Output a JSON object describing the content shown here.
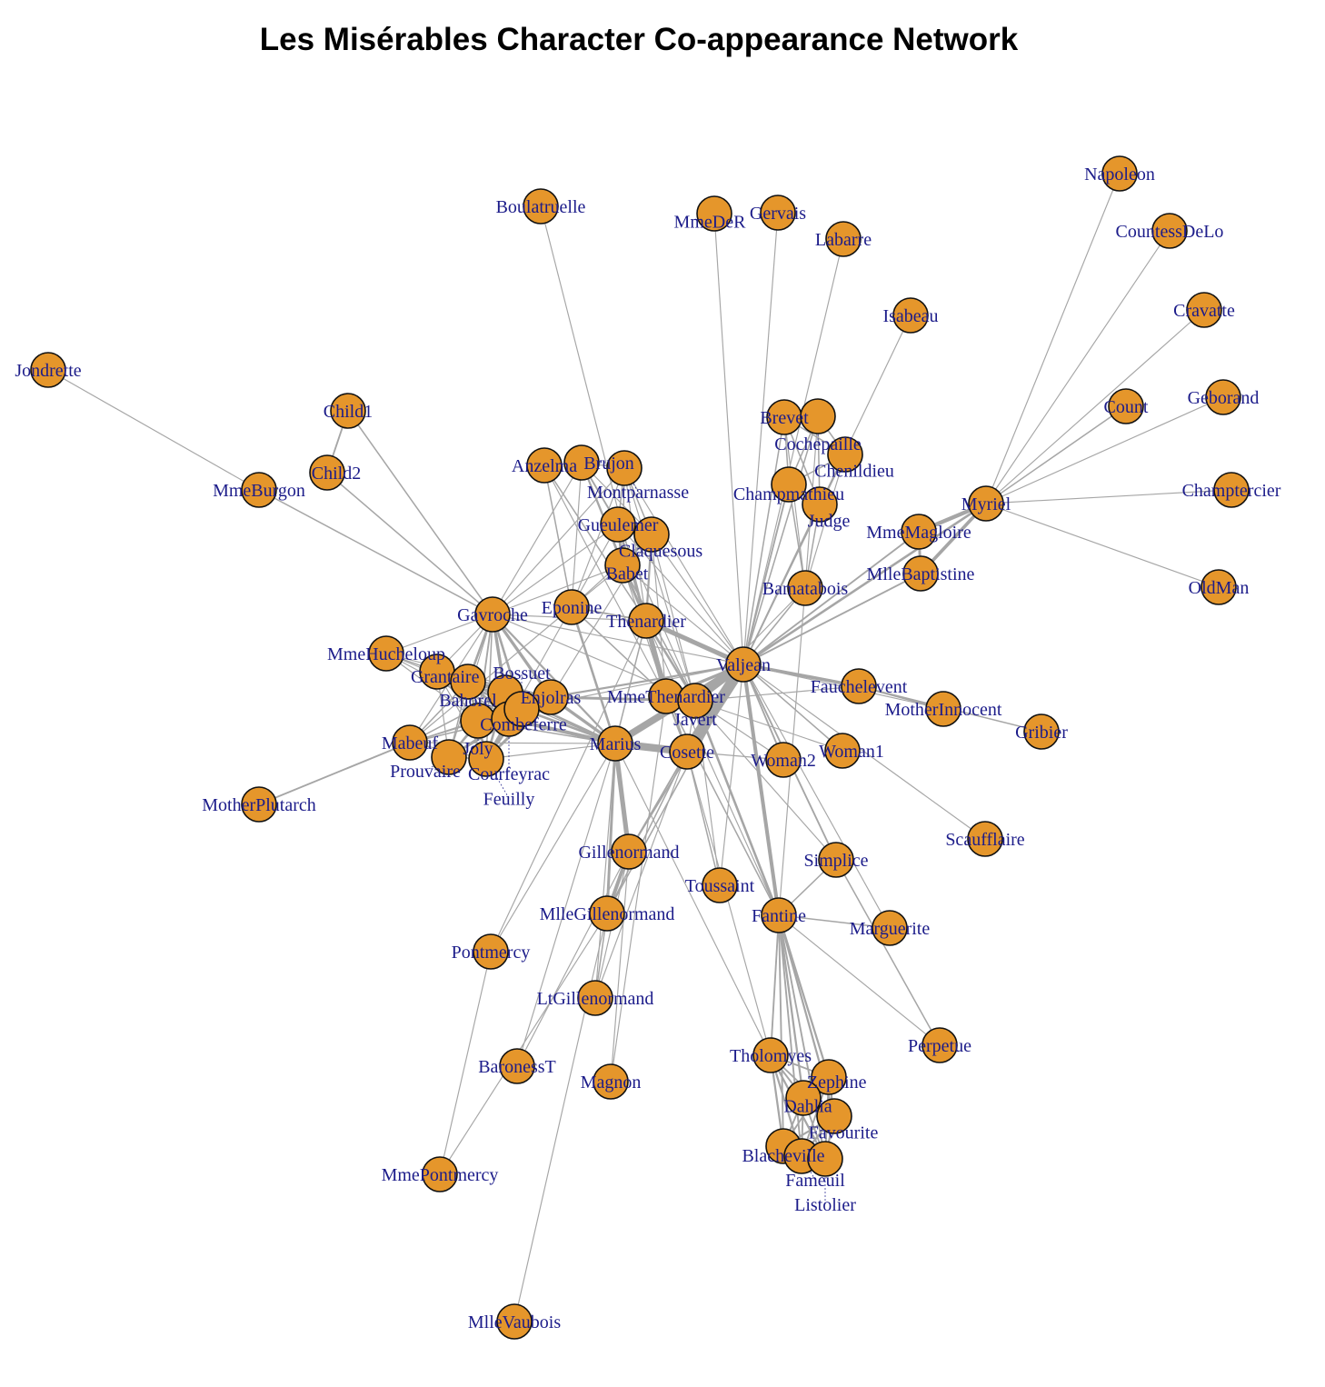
{
  "title": "Les Misérables Character Co-appearance Network",
  "colors": {
    "node_fill": "#E5962B",
    "node_stroke": "#111111",
    "edge": "#a6a6a6",
    "label": "#1c1c8a"
  },
  "chart_data": {
    "type": "network",
    "nodes": [
      "Napoleon",
      "CountessDeLo",
      "Cravatte",
      "Count",
      "Geborand",
      "Champtercier",
      "OldMan",
      "Myriel",
      "MmeMagloire",
      "MlleBaptistine",
      "Isabeau",
      "Labarre",
      "Gervais",
      "MmeDeR",
      "Boulatruelle",
      "Jondrette",
      "MmeBurgon",
      "Child1",
      "Child2",
      "Gavroche",
      "Brevet",
      "Cochepaille",
      "Chenildieu",
      "Champmathieu",
      "Judge",
      "Bamatabois",
      "Anzelma",
      "Brujon",
      "Montparnasse",
      "Gueulemer",
      "Claquesous",
      "Babet",
      "Eponine",
      "Thenardier",
      "Valjean",
      "Fauchelevent",
      "MotherInnocent",
      "Gribier",
      "MmeHucheloup",
      "Grantaire",
      "Bahorel",
      "Combeferre",
      "Enjolras",
      "Joly",
      "Courfeyrac",
      "Bossuet",
      "Mabeuf",
      "Prouvaire",
      "Feuilly",
      "MotherPlutarch",
      "MmeThenardier",
      "Javert",
      "Marius",
      "Cosette",
      "Woman2",
      "Woman1",
      "Scaufflaire",
      "Simplice",
      "Gillenormand",
      "Toussaint",
      "Fantine",
      "Marguerite",
      "MlleGillenormand",
      "Pontmercy",
      "LtGillenormand",
      "Perpetue",
      "Tholomyes",
      "Zephine",
      "Dahlia",
      "Favourite",
      "Blacheville",
      "Fameuil",
      "Listolier",
      "BaronessT",
      "Magnon",
      "MmePontmercy",
      "MlleVaubois"
    ],
    "edges": [
      [
        "Myriel",
        "Napoleon",
        1
      ],
      [
        "Myriel",
        "MlleBaptistine",
        8
      ],
      [
        "Myriel",
        "MmeMagloire",
        10
      ],
      [
        "Myriel",
        "CountessDeLo",
        1
      ],
      [
        "Myriel",
        "Geborand",
        1
      ],
      [
        "Myriel",
        "Champtercier",
        1
      ],
      [
        "Myriel",
        "Cravatte",
        1
      ],
      [
        "Myriel",
        "Count",
        2
      ],
      [
        "Myriel",
        "OldMan",
        1
      ],
      [
        "Myriel",
        "Valjean",
        5
      ],
      [
        "MlleBaptistine",
        "MmeMagloire",
        6
      ],
      [
        "MlleBaptistine",
        "Valjean",
        3
      ],
      [
        "MmeMagloire",
        "Valjean",
        3
      ],
      [
        "Labarre",
        "Valjean",
        1
      ],
      [
        "Marguerite",
        "Valjean",
        1
      ],
      [
        "MmeDeR",
        "Valjean",
        1
      ],
      [
        "Isabeau",
        "Valjean",
        1
      ],
      [
        "Gervais",
        "Valjean",
        1
      ],
      [
        "Tholomyes",
        "Listolier",
        4
      ],
      [
        "Tholomyes",
        "Fameuil",
        4
      ],
      [
        "Tholomyes",
        "Blacheville",
        4
      ],
      [
        "Tholomyes",
        "Favourite",
        3
      ],
      [
        "Tholomyes",
        "Dahlia",
        3
      ],
      [
        "Tholomyes",
        "Zephine",
        3
      ],
      [
        "Listolier",
        "Fameuil",
        4
      ],
      [
        "Listolier",
        "Blacheville",
        4
      ],
      [
        "Listolier",
        "Favourite",
        4
      ],
      [
        "Listolier",
        "Dahlia",
        3
      ],
      [
        "Listolier",
        "Zephine",
        3
      ],
      [
        "Fameuil",
        "Blacheville",
        4
      ],
      [
        "Fameuil",
        "Favourite",
        4
      ],
      [
        "Fameuil",
        "Dahlia",
        3
      ],
      [
        "Fameuil",
        "Zephine",
        3
      ],
      [
        "Blacheville",
        "Favourite",
        4
      ],
      [
        "Blacheville",
        "Dahlia",
        3
      ],
      [
        "Blacheville",
        "Zephine",
        3
      ],
      [
        "Favourite",
        "Dahlia",
        5
      ],
      [
        "Favourite",
        "Zephine",
        4
      ],
      [
        "Dahlia",
        "Zephine",
        4
      ],
      [
        "Fantine",
        "Tholomyes",
        3
      ],
      [
        "Fantine",
        "Listolier",
        3
      ],
      [
        "Fantine",
        "Fameuil",
        3
      ],
      [
        "Fantine",
        "Blacheville",
        3
      ],
      [
        "Fantine",
        "Favourite",
        4
      ],
      [
        "Fantine",
        "Dahlia",
        4
      ],
      [
        "Fantine",
        "Zephine",
        4
      ],
      [
        "Fantine",
        "Marguerite",
        2
      ],
      [
        "Fantine",
        "Valjean",
        9
      ],
      [
        "MmeThenardier",
        "Fantine",
        2
      ],
      [
        "MmeThenardier",
        "Valjean",
        7
      ],
      [
        "Thenardier",
        "MmeThenardier",
        13
      ],
      [
        "Thenardier",
        "Fantine",
        1
      ],
      [
        "Thenardier",
        "Valjean",
        12
      ],
      [
        "Cosette",
        "MmeThenardier",
        4
      ],
      [
        "Cosette",
        "Valjean",
        31
      ],
      [
        "Cosette",
        "Tholomyes",
        1
      ],
      [
        "Cosette",
        "Thenardier",
        1
      ],
      [
        "Javert",
        "Valjean",
        17
      ],
      [
        "Javert",
        "Fantine",
        5
      ],
      [
        "Javert",
        "Thenardier",
        5
      ],
      [
        "Javert",
        "MmeThenardier",
        1
      ],
      [
        "Javert",
        "Cosette",
        1
      ],
      [
        "Fauchelevent",
        "Valjean",
        8
      ],
      [
        "Fauchelevent",
        "Javert",
        1
      ],
      [
        "Bamatabois",
        "Fantine",
        1
      ],
      [
        "Bamatabois",
        "Javert",
        1
      ],
      [
        "Bamatabois",
        "Valjean",
        2
      ],
      [
        "Perpetue",
        "Fantine",
        1
      ],
      [
        "Simplice",
        "Perpetue",
        2
      ],
      [
        "Simplice",
        "Valjean",
        3
      ],
      [
        "Simplice",
        "Fantine",
        2
      ],
      [
        "Simplice",
        "Javert",
        1
      ],
      [
        "Scaufflaire",
        "Valjean",
        1
      ],
      [
        "Woman1",
        "Valjean",
        2
      ],
      [
        "Woman1",
        "Javert",
        1
      ],
      [
        "Judge",
        "Valjean",
        3
      ],
      [
        "Judge",
        "Bamatabois",
        2
      ],
      [
        "Champmathieu",
        "Valjean",
        3
      ],
      [
        "Champmathieu",
        "Judge",
        3
      ],
      [
        "Champmathieu",
        "Bamatabois",
        2
      ],
      [
        "Brevet",
        "Judge",
        2
      ],
      [
        "Brevet",
        "Champmathieu",
        2
      ],
      [
        "Brevet",
        "Valjean",
        2
      ],
      [
        "Brevet",
        "Bamatabois",
        1
      ],
      [
        "Chenildieu",
        "Judge",
        2
      ],
      [
        "Chenildieu",
        "Champmathieu",
        2
      ],
      [
        "Chenildieu",
        "Brevet",
        2
      ],
      [
        "Chenildieu",
        "Valjean",
        2
      ],
      [
        "Chenildieu",
        "Bamatabois",
        1
      ],
      [
        "Cochepaille",
        "Judge",
        2
      ],
      [
        "Cochepaille",
        "Champmathieu",
        2
      ],
      [
        "Cochepaille",
        "Brevet",
        2
      ],
      [
        "Cochepaille",
        "Chenildieu",
        2
      ],
      [
        "Cochepaille",
        "Valjean",
        2
      ],
      [
        "Cochepaille",
        "Bamatabois",
        1
      ],
      [
        "Pontmercy",
        "Thenardier",
        1
      ],
      [
        "Boulatruelle",
        "Thenardier",
        1
      ],
      [
        "Eponine",
        "MmeThenardier",
        2
      ],
      [
        "Eponine",
        "Thenardier",
        3
      ],
      [
        "Anzelma",
        "Eponine",
        2
      ],
      [
        "Anzelma",
        "Thenardier",
        2
      ],
      [
        "Anzelma",
        "MmeThenardier",
        1
      ],
      [
        "Woman2",
        "Valjean",
        3
      ],
      [
        "Woman2",
        "Cosette",
        1
      ],
      [
        "Woman2",
        "Javert",
        1
      ],
      [
        "MotherInnocent",
        "Fauchelevent",
        3
      ],
      [
        "MotherInnocent",
        "Valjean",
        1
      ],
      [
        "Gribier",
        "Fauchelevent",
        2
      ],
      [
        "MmeBurgon",
        "Jondrette",
        1
      ],
      [
        "Gavroche",
        "MmeBurgon",
        2
      ],
      [
        "Gavroche",
        "Thenardier",
        1
      ],
      [
        "Gavroche",
        "Javert",
        1
      ],
      [
        "Gavroche",
        "Valjean",
        1
      ],
      [
        "Gillenormand",
        "Cosette",
        3
      ],
      [
        "Gillenormand",
        "Valjean",
        2
      ],
      [
        "Magnon",
        "Gillenormand",
        1
      ],
      [
        "Magnon",
        "MmeThenardier",
        1
      ],
      [
        "MlleGillenormand",
        "Gillenormand",
        9
      ],
      [
        "MlleGillenormand",
        "Cosette",
        2
      ],
      [
        "MlleGillenormand",
        "Valjean",
        2
      ],
      [
        "MmePontmercy",
        "MlleGillenormand",
        1
      ],
      [
        "MmePontmercy",
        "Pontmercy",
        1
      ],
      [
        "MlleVaubois",
        "MlleGillenormand",
        1
      ],
      [
        "LtGillenormand",
        "MlleGillenormand",
        2
      ],
      [
        "LtGillenormand",
        "Gillenormand",
        1
      ],
      [
        "LtGillenormand",
        "Cosette",
        1
      ],
      [
        "Marius",
        "MlleGillenormand",
        6
      ],
      [
        "Marius",
        "Gillenormand",
        12
      ],
      [
        "Marius",
        "Pontmercy",
        1
      ],
      [
        "Marius",
        "LtGillenormand",
        1
      ],
      [
        "Marius",
        "Cosette",
        21
      ],
      [
        "Marius",
        "Valjean",
        19
      ],
      [
        "Marius",
        "Tholomyes",
        1
      ],
      [
        "Marius",
        "Thenardier",
        2
      ],
      [
        "Marius",
        "Eponine",
        5
      ],
      [
        "Marius",
        "Gavroche",
        4
      ],
      [
        "BaronessT",
        "Gillenormand",
        1
      ],
      [
        "BaronessT",
        "Marius",
        1
      ],
      [
        "Mabeuf",
        "Marius",
        1
      ],
      [
        "Mabeuf",
        "Eponine",
        1
      ],
      [
        "Mabeuf",
        "Gavroche",
        1
      ],
      [
        "Enjolras",
        "Marius",
        7
      ],
      [
        "Enjolras",
        "Gavroche",
        7
      ],
      [
        "Enjolras",
        "Javert",
        6
      ],
      [
        "Enjolras",
        "Mabeuf",
        1
      ],
      [
        "Enjolras",
        "Valjean",
        4
      ],
      [
        "Combeferre",
        "Enjolras",
        15
      ],
      [
        "Combeferre",
        "Marius",
        5
      ],
      [
        "Combeferre",
        "Gavroche",
        6
      ],
      [
        "Combeferre",
        "Mabeuf",
        2
      ],
      [
        "Prouvaire",
        "Gavroche",
        1
      ],
      [
        "Prouvaire",
        "Enjolras",
        4
      ],
      [
        "Prouvaire",
        "Combeferre",
        2
      ],
      [
        "Feuilly",
        "Gavroche",
        2
      ],
      [
        "Feuilly",
        "Enjolras",
        6
      ],
      [
        "Feuilly",
        "Prouvaire",
        2
      ],
      [
        "Feuilly",
        "Combeferre",
        5
      ],
      [
        "Feuilly",
        "Mabeuf",
        1
      ],
      [
        "Feuilly",
        "Marius",
        1
      ],
      [
        "Courfeyrac",
        "Marius",
        9
      ],
      [
        "Courfeyrac",
        "Enjolras",
        17
      ],
      [
        "Courfeyrac",
        "Combeferre",
        13
      ],
      [
        "Courfeyrac",
        "Gavroche",
        7
      ],
      [
        "Courfeyrac",
        "Mabeuf",
        2
      ],
      [
        "Courfeyrac",
        "Eponine",
        1
      ],
      [
        "Courfeyrac",
        "Feuilly",
        6
      ],
      [
        "Courfeyrac",
        "Prouvaire",
        3
      ],
      [
        "Bahorel",
        "Combeferre",
        5
      ],
      [
        "Bahorel",
        "Gavroche",
        5
      ],
      [
        "Bahorel",
        "Courfeyrac",
        6
      ],
      [
        "Bahorel",
        "Mabeuf",
        2
      ],
      [
        "Bahorel",
        "Enjolras",
        4
      ],
      [
        "Bahorel",
        "Feuilly",
        3
      ],
      [
        "Bahorel",
        "Prouvaire",
        2
      ],
      [
        "Bahorel",
        "Marius",
        1
      ],
      [
        "Bossuet",
        "Marius",
        5
      ],
      [
        "Bossuet",
        "Courfeyrac",
        12
      ],
      [
        "Bossuet",
        "Gavroche",
        5
      ],
      [
        "Bossuet",
        "Bahorel",
        4
      ],
      [
        "Bossuet",
        "Enjolras",
        10
      ],
      [
        "Bossuet",
        "Feuilly",
        6
      ],
      [
        "Bossuet",
        "Prouvaire",
        2
      ],
      [
        "Bossuet",
        "Combeferre",
        9
      ],
      [
        "Bossuet",
        "Mabeuf",
        1
      ],
      [
        "Bossuet",
        "Valjean",
        1
      ],
      [
        "Joly",
        "Bahorel",
        5
      ],
      [
        "Joly",
        "Bossuet",
        7
      ],
      [
        "Joly",
        "Gavroche",
        3
      ],
      [
        "Joly",
        "Courfeyrac",
        5
      ],
      [
        "Joly",
        "Enjolras",
        5
      ],
      [
        "Joly",
        "Feuilly",
        5
      ],
      [
        "Joly",
        "Prouvaire",
        2
      ],
      [
        "Joly",
        "Combeferre",
        5
      ],
      [
        "Joly",
        "Mabeuf",
        1
      ],
      [
        "Joly",
        "Marius",
        2
      ],
      [
        "Grantaire",
        "Bossuet",
        3
      ],
      [
        "Grantaire",
        "Enjolras",
        3
      ],
      [
        "Grantaire",
        "Combeferre",
        1
      ],
      [
        "Grantaire",
        "Courfeyrac",
        2
      ],
      [
        "Grantaire",
        "Joly",
        2
      ],
      [
        "Grantaire",
        "Gavroche",
        1
      ],
      [
        "Grantaire",
        "Bahorel",
        1
      ],
      [
        "Grantaire",
        "Feuilly",
        1
      ],
      [
        "Grantaire",
        "Prouvaire",
        1
      ],
      [
        "MotherPlutarch",
        "Mabeuf",
        3
      ],
      [
        "Gueulemer",
        "Thenardier",
        5
      ],
      [
        "Gueulemer",
        "Valjean",
        1
      ],
      [
        "Gueulemer",
        "MmeThenardier",
        1
      ],
      [
        "Gueulemer",
        "Javert",
        1
      ],
      [
        "Gueulemer",
        "Gavroche",
        1
      ],
      [
        "Gueulemer",
        "Eponine",
        1
      ],
      [
        "Babet",
        "Thenardier",
        6
      ],
      [
        "Babet",
        "Gueulemer",
        6
      ],
      [
        "Babet",
        "Valjean",
        1
      ],
      [
        "Babet",
        "MmeThenardier",
        1
      ],
      [
        "Babet",
        "Javert",
        2
      ],
      [
        "Babet",
        "Gavroche",
        1
      ],
      [
        "Babet",
        "Eponine",
        1
      ],
      [
        "Claquesous",
        "Thenardier",
        4
      ],
      [
        "Claquesous",
        "Babet",
        4
      ],
      [
        "Claquesous",
        "Gueulemer",
        4
      ],
      [
        "Claquesous",
        "Valjean",
        1
      ],
      [
        "Claquesous",
        "MmeThenardier",
        1
      ],
      [
        "Claquesous",
        "Javert",
        1
      ],
      [
        "Claquesous",
        "Eponine",
        1
      ],
      [
        "Claquesous",
        "Enjolras",
        1
      ],
      [
        "Montparnasse",
        "Javert",
        1
      ],
      [
        "Montparnasse",
        "Babet",
        2
      ],
      [
        "Montparnasse",
        "Gueulemer",
        2
      ],
      [
        "Montparnasse",
        "Claquesous",
        2
      ],
      [
        "Montparnasse",
        "Valjean",
        1
      ],
      [
        "Montparnasse",
        "Gavroche",
        1
      ],
      [
        "Montparnasse",
        "Eponine",
        1
      ],
      [
        "Montparnasse",
        "Thenardier",
        1
      ],
      [
        "Toussaint",
        "Cosette",
        2
      ],
      [
        "Toussaint",
        "Javert",
        1
      ],
      [
        "Toussaint",
        "Valjean",
        1
      ],
      [
        "Child1",
        "Gavroche",
        2
      ],
      [
        "Child2",
        "Gavroche",
        2
      ],
      [
        "Child2",
        "Child1",
        3
      ],
      [
        "Brujon",
        "Babet",
        3
      ],
      [
        "Brujon",
        "Gueulemer",
        3
      ],
      [
        "Brujon",
        "Thenardier",
        3
      ],
      [
        "Brujon",
        "Gavroche",
        1
      ],
      [
        "Brujon",
        "Eponine",
        1
      ],
      [
        "Brujon",
        "Claquesous",
        1
      ],
      [
        "Brujon",
        "Montparnasse",
        1
      ],
      [
        "MmeHucheloup",
        "Bossuet",
        1
      ],
      [
        "MmeHucheloup",
        "Joly",
        1
      ],
      [
        "MmeHucheloup",
        "Grantaire",
        1
      ],
      [
        "MmeHucheloup",
        "Bahorel",
        1
      ],
      [
        "MmeHucheloup",
        "Courfeyrac",
        1
      ],
      [
        "MmeHucheloup",
        "Gavroche",
        1
      ],
      [
        "MmeHucheloup",
        "Enjolras",
        1
      ]
    ]
  }
}
